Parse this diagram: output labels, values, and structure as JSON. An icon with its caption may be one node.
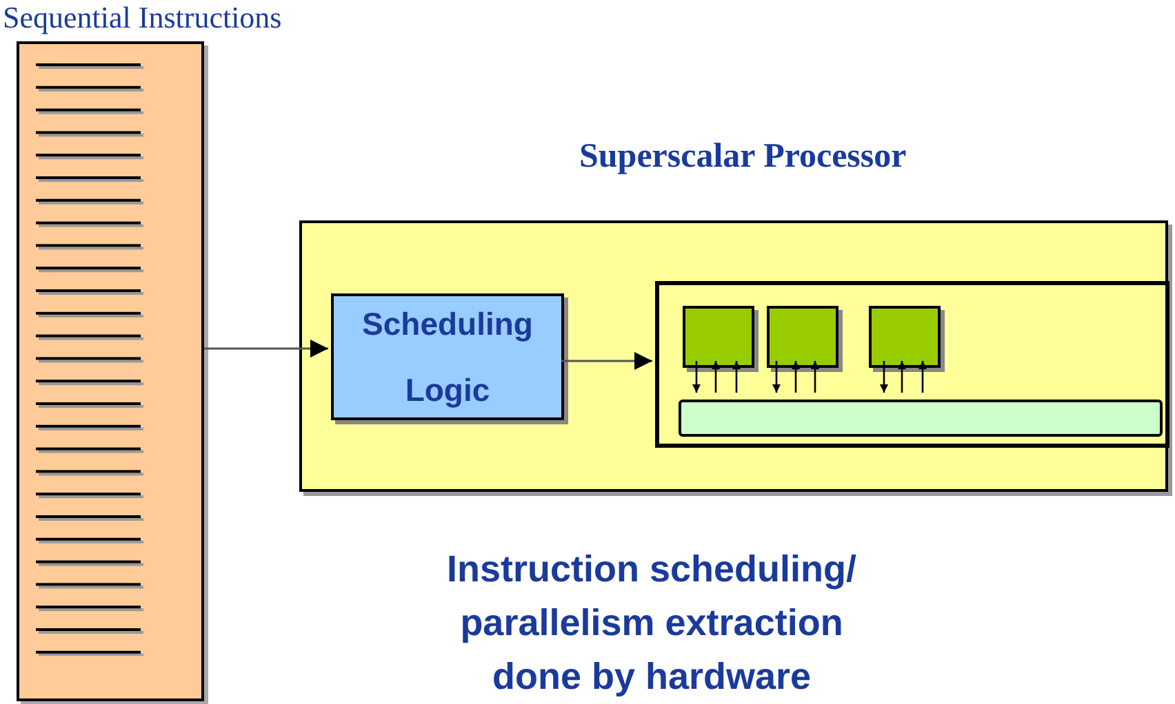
{
  "diagram": {
    "nodes": [
      {
        "text": [
          "Sequential Instructions"
        ]
      },
      {
        "text": [
          "Superscalar Processor"
        ]
      },
      {
        "text": [
          "Scheduling Logic"
        ],
        "in": 1
      },
      {
        "text": [],
        "shape": "box",
        "in": 1
      },
      {
        "text": [],
        "shape": "box",
        "in": 3
      },
      {
        "text": [],
        "shape": "box",
        "in": 3
      },
      {
        "text": [],
        "shape": "box",
        "in": 3
      },
      {
        "text": [],
        "shape": "bar",
        "in": 3
      }
    ],
    "edges": [
      {
        "from": 0,
        "to": 2,
        "arrow": "to"
      },
      {
        "from": 2,
        "to": 3,
        "arrow": "to"
      },
      {
        "from": 4,
        "to": 7,
        "arrow": "to"
      },
      {
        "from": 7,
        "to": 4,
        "arrow": "to"
      },
      {
        "from": 7,
        "to": 4,
        "arrow": "to"
      },
      {
        "from": 5,
        "to": 7,
        "arrow": "to"
      },
      {
        "from": 7,
        "to": 5,
        "arrow": "to"
      },
      {
        "from": 7,
        "to": 5,
        "arrow": "to"
      },
      {
        "from": 6,
        "to": 7,
        "arrow": "to"
      },
      {
        "from": 7,
        "to": 6,
        "arrow": "to"
      },
      {
        "from": 7,
        "to": 6,
        "arrow": "to"
      }
    ],
    "labels": [
      "Instruction scheduling/ parallelism extraction done by hardware"
    ]
  }
}
